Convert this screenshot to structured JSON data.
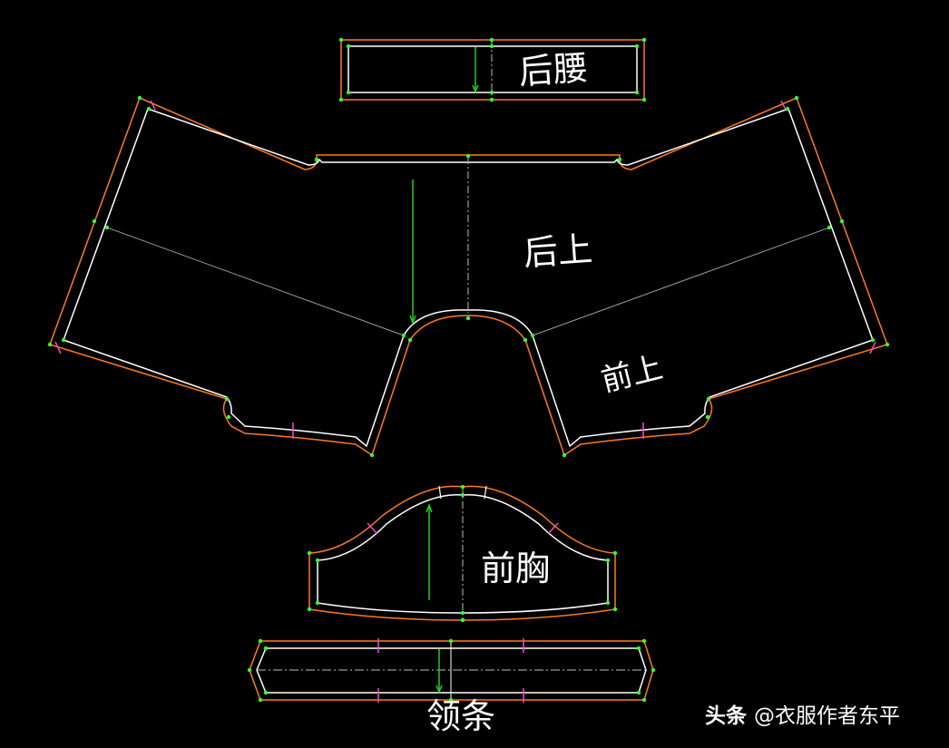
{
  "pieces": {
    "waist_back": "后腰",
    "upper_back": "后上",
    "upper_front": "前上",
    "front_chest": "前胸",
    "collar_strip": "领条"
  },
  "watermark": {
    "brand": "头条",
    "author": "@衣服作者东平"
  },
  "colors": {
    "background": "#000000",
    "net_line": "#ffffff",
    "seam_allowance": "#ff7a1a",
    "grain_arrow": "#22cc22",
    "points": "#33ff33",
    "notches": "#ff44cc",
    "guide": "#9a9a9a"
  }
}
